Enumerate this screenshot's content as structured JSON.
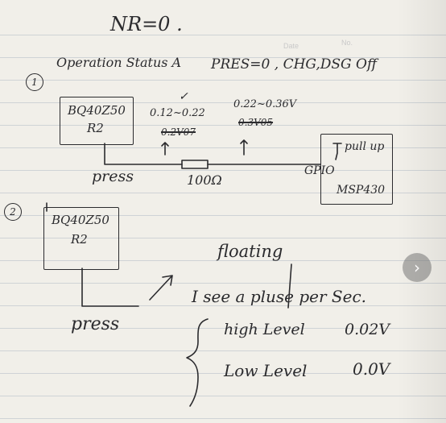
{
  "header": {
    "date_label": "Date",
    "no_label": "No."
  },
  "notes": {
    "nr_line": "NR=0 .",
    "operation_status": "Operation Status A",
    "pres_line": "PRES=0 , CHG,DSG Off",
    "step1_marker": "1",
    "step2_marker": "2",
    "check_mark": "✓",
    "voltage_range_1": "0.12~0.22",
    "voltage_range_2": "0.22~0.36V",
    "scribble_1": "0.2V07",
    "scribble_2": "0.3V05",
    "chip_1_name": "BQ40Z50",
    "chip_1_sub": "R2",
    "press_1": "press",
    "resistor_label": "100Ω",
    "pull_up_label": "pull up",
    "gpio_label": "GPIO",
    "mcu_label": "MSP430",
    "chip_2_name": "BQ40Z50",
    "chip_2_sub": "R2",
    "press_2": "press",
    "floating_label": "floating",
    "pulse_line": "I see a pluse per Sec.",
    "high_level_label": "high Level",
    "high_level_value": "0.02V",
    "low_level_label": "Low Level",
    "low_level_value": "0.0V"
  },
  "ui": {
    "next_icon": "chevron-right-icon"
  }
}
